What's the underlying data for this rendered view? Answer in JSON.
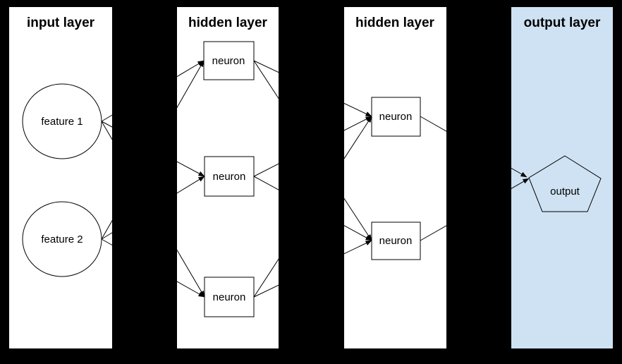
{
  "diagram": {
    "colors": {
      "background": "#000000",
      "panel_fill": "#ffffff",
      "output_panel_fill": "#cfe2f3",
      "node_fill": "#ffffff",
      "stroke": "#000000",
      "text": "#000000"
    },
    "layers": [
      {
        "id": "input",
        "title": "input layer",
        "nodes": [
          {
            "id": "feature1",
            "label": "feature 1",
            "shape": "circle"
          },
          {
            "id": "feature2",
            "label": "feature 2",
            "shape": "circle"
          }
        ]
      },
      {
        "id": "hidden1",
        "title": "hidden layer",
        "nodes": [
          {
            "id": "h1n1",
            "label": "neuron",
            "shape": "rectangle"
          },
          {
            "id": "h1n2",
            "label": "neuron",
            "shape": "rectangle"
          },
          {
            "id": "h1n3",
            "label": "neuron",
            "shape": "rectangle"
          }
        ]
      },
      {
        "id": "hidden2",
        "title": "hidden layer",
        "nodes": [
          {
            "id": "h2n1",
            "label": "neuron",
            "shape": "rectangle"
          },
          {
            "id": "h2n2",
            "label": "neuron",
            "shape": "rectangle"
          }
        ]
      },
      {
        "id": "output",
        "title": "output layer",
        "nodes": [
          {
            "id": "out",
            "label": "output",
            "shape": "pentagon"
          }
        ]
      }
    ],
    "connections": [
      {
        "from": "input.feature1",
        "to": "hidden1.h1n1"
      },
      {
        "from": "input.feature1",
        "to": "hidden1.h1n2"
      },
      {
        "from": "input.feature1",
        "to": "hidden1.h1n3"
      },
      {
        "from": "input.feature2",
        "to": "hidden1.h1n1"
      },
      {
        "from": "input.feature2",
        "to": "hidden1.h1n2"
      },
      {
        "from": "input.feature2",
        "to": "hidden1.h1n3"
      },
      {
        "from": "hidden1.h1n1",
        "to": "hidden2.h2n1"
      },
      {
        "from": "hidden1.h1n1",
        "to": "hidden2.h2n2"
      },
      {
        "from": "hidden1.h1n2",
        "to": "hidden2.h2n1"
      },
      {
        "from": "hidden1.h1n2",
        "to": "hidden2.h2n2"
      },
      {
        "from": "hidden1.h1n3",
        "to": "hidden2.h2n1"
      },
      {
        "from": "hidden1.h1n3",
        "to": "hidden2.h2n2"
      },
      {
        "from": "hidden2.h2n1",
        "to": "output.out"
      },
      {
        "from": "hidden2.h2n2",
        "to": "output.out"
      }
    ]
  }
}
